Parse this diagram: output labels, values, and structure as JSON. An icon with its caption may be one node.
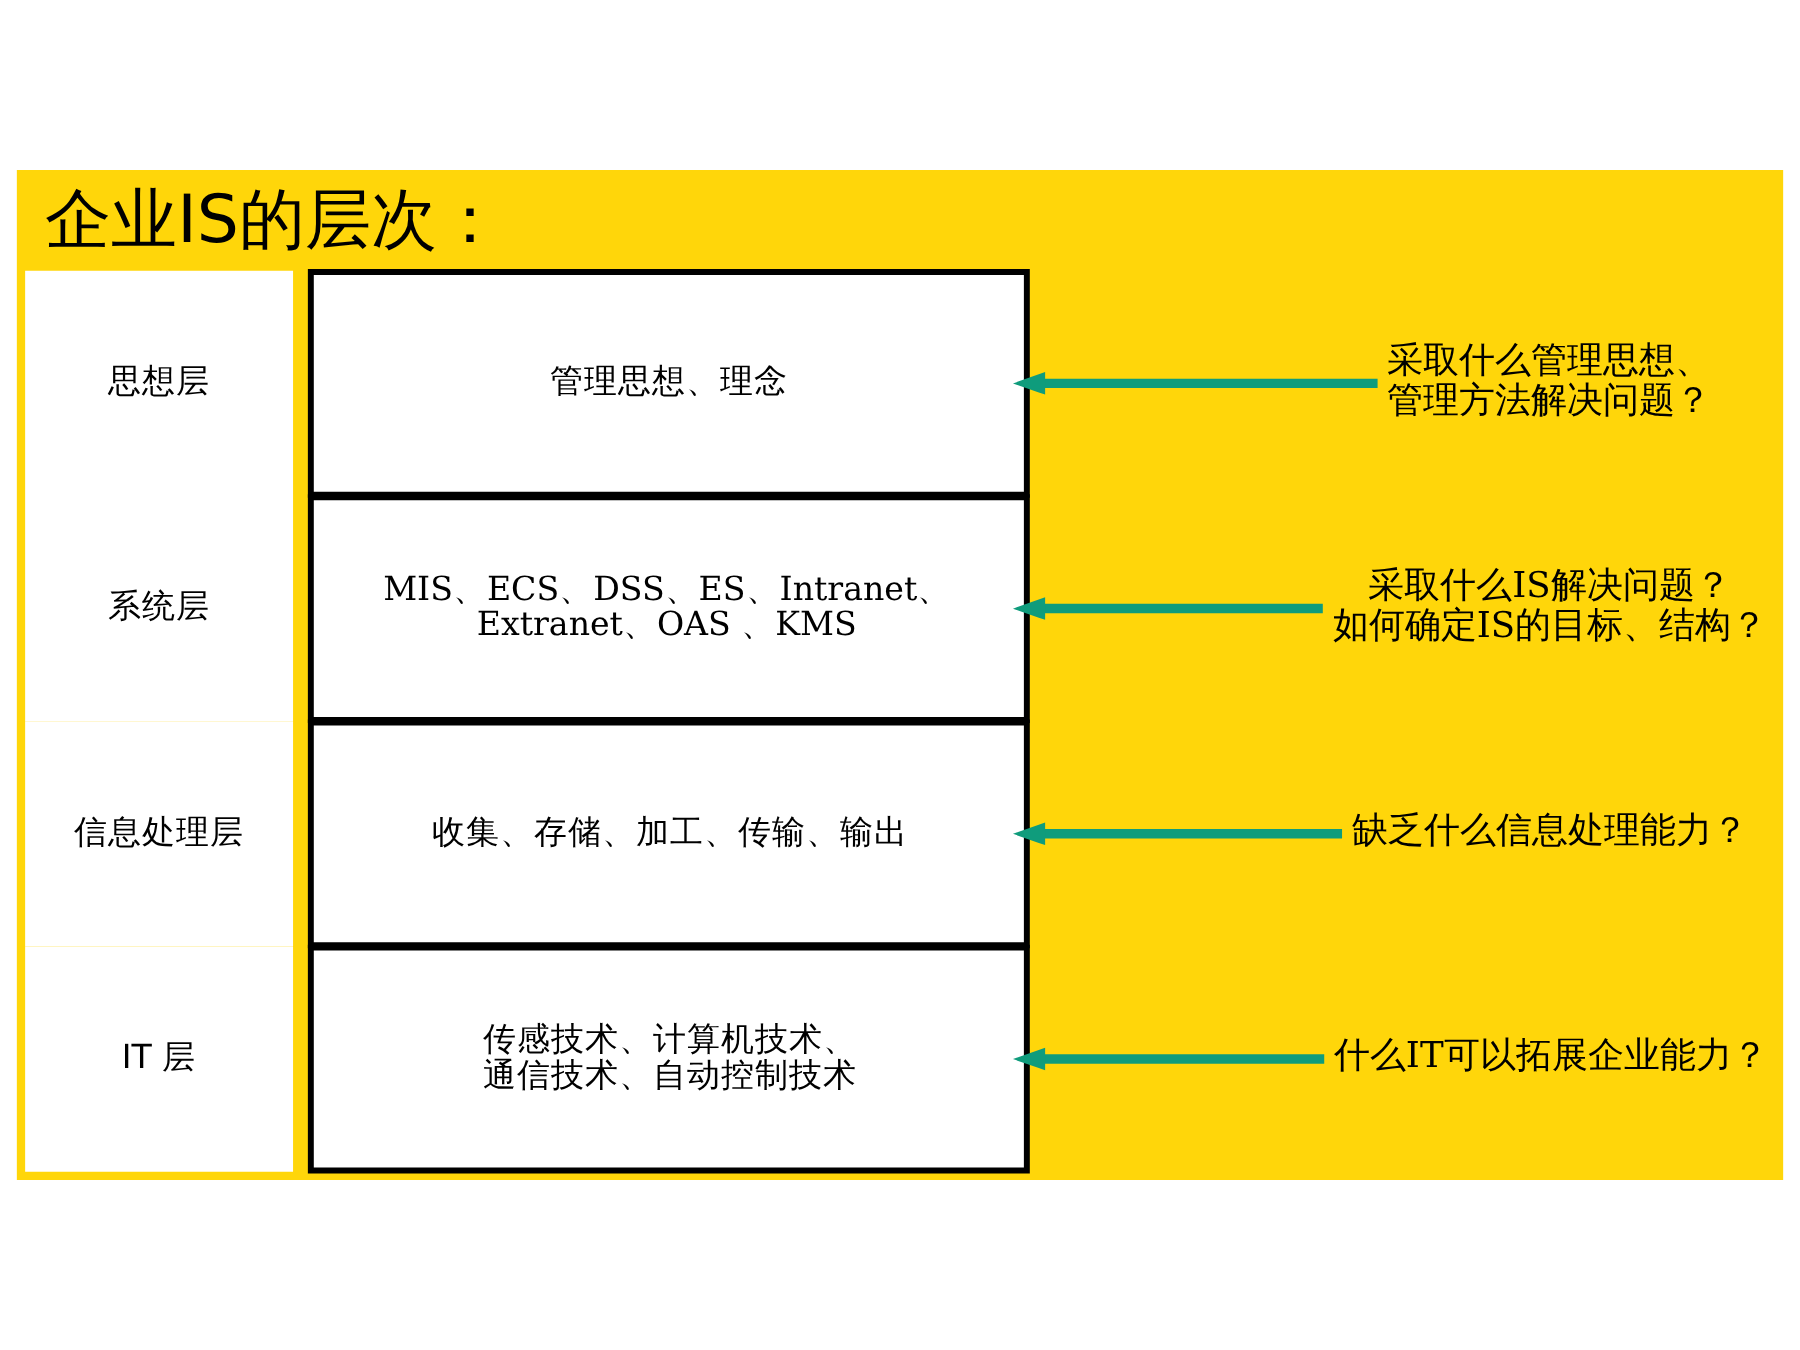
{
  "diagram": {
    "title": "企业IS的层次：",
    "nodes": [
      {
        "text": [
          "管理思想、理念"
        ],
        "beside": [
          "思想层"
        ]
      },
      {
        "text": [
          "MIS、ECS、DSS、ES、Intranet、Extranet、OAS 、KMS"
        ],
        "beside": [
          "系统层"
        ]
      },
      {
        "text": [
          "收集、存储、加工、传输、输出"
        ],
        "beside": [
          "信息处理层"
        ]
      },
      {
        "text": [
          "传感技术、计算机技术、通信技术、自动控制技术"
        ],
        "beside": [
          "IT 层"
        ]
      },
      {
        "text": [
          "采取什么管理思想、管理方法解决问题？"
        ]
      },
      {
        "text": [
          "采取什么IS解决问题？如何确定IS的目标、结构？"
        ]
      },
      {
        "text": [
          "缺乏什么信息处理能力？"
        ]
      },
      {
        "text": [
          "什么IT可以拓展企业能力？"
        ]
      }
    ],
    "edges": [
      {
        "from": 4,
        "to": 0,
        "arrow": "to"
      },
      {
        "from": 5,
        "to": 1,
        "arrow": "to"
      },
      {
        "from": 6,
        "to": 2,
        "arrow": "to"
      },
      {
        "from": 7,
        "to": 3,
        "arrow": "to"
      }
    ]
  }
}
